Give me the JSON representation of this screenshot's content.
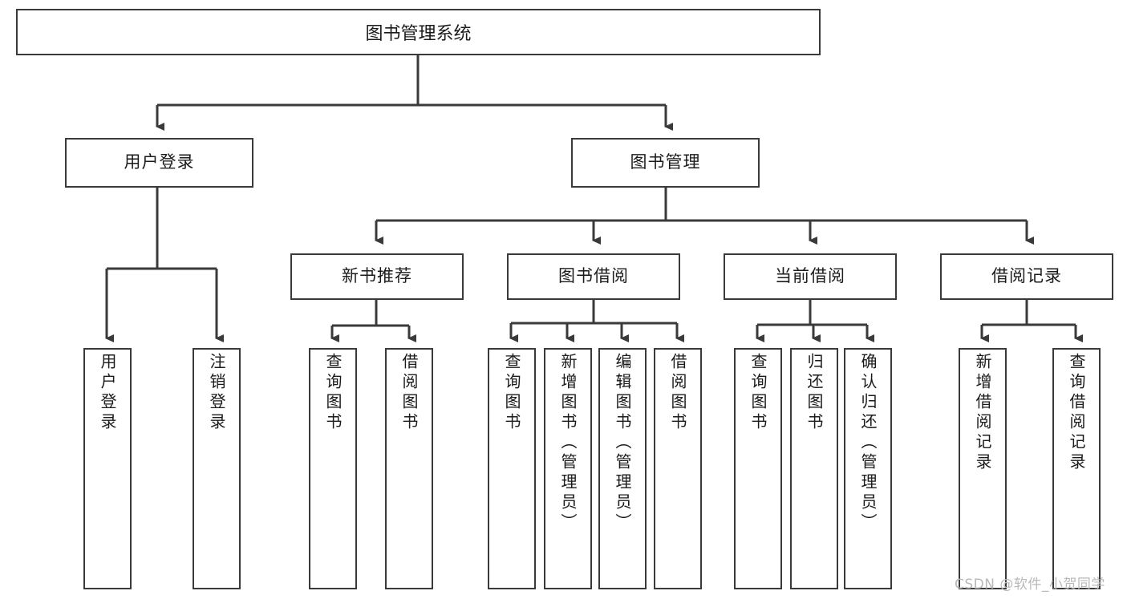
{
  "diagram": {
    "type": "tree-hierarchy",
    "title": "图书管理系统",
    "root": {
      "label": "图书管理系统"
    },
    "level1": [
      {
        "label": "用户登录"
      },
      {
        "label": "图书管理"
      }
    ],
    "level2": [
      {
        "label": "新书推荐"
      },
      {
        "label": "图书借阅"
      },
      {
        "label": "当前借阅"
      },
      {
        "label": "借阅记录"
      }
    ],
    "leaves": {
      "user_login": [
        {
          "label": "用户登录"
        },
        {
          "label": "注销登录"
        }
      ],
      "new_book_recommend": [
        {
          "label": "查询图书"
        },
        {
          "label": "借阅图书"
        }
      ],
      "book_borrow": [
        {
          "label": "查询图书"
        },
        {
          "label": "新增图书（管理员）"
        },
        {
          "label": "编辑图书（管理员）"
        },
        {
          "label": "借阅图书"
        }
      ],
      "current_borrow": [
        {
          "label": "查询图书"
        },
        {
          "label": "归还图书"
        },
        {
          "label": "确认归还（管理员）"
        }
      ],
      "borrow_record": [
        {
          "label": "新增借阅记录"
        },
        {
          "label": "查询借阅记录"
        }
      ]
    }
  },
  "watermark": {
    "text": "CSDN @软件_小贺同学"
  },
  "colors": {
    "box_border": "#3a3a3a",
    "line": "#3a3a3a",
    "text": "#1b1b1b",
    "watermark": "#b9b9b9",
    "background": "#ffffff"
  }
}
